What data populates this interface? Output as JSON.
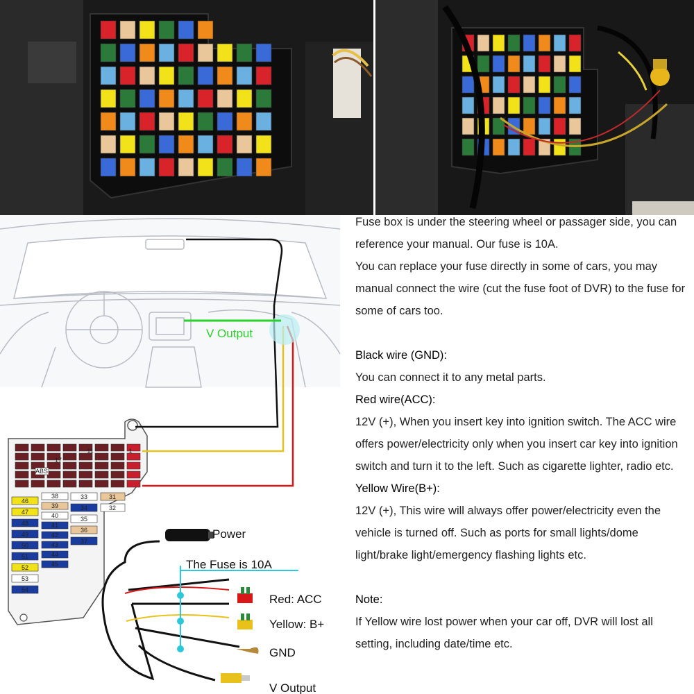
{
  "diagram": {
    "v_output_top": "V Output",
    "power": "Power",
    "fuse_note": "The Fuse is 10A",
    "red_acc": "Red: ACC",
    "yellow_b": "Yellow: B+",
    "gnd": "GND",
    "v_output_bottom": "V Output",
    "fuse_numbers": [
      "46",
      "47",
      "48",
      "49",
      "50",
      "51",
      "52",
      "53",
      "54",
      "38",
      "39",
      "40",
      "41",
      "42",
      "43",
      "44",
      "45",
      "33",
      "34",
      "35",
      "36",
      "37",
      "31",
      "32",
      "ABS",
      "1",
      "11",
      "17"
    ]
  },
  "text": {
    "intro_1": "Fuse box is under the steering wheel or passager side, you can reference your manual. Our fuse is 10A.",
    "intro_2": "You can replace your fuse directly in some of cars, you may manual connect the wire (cut the fuse foot of DVR) to the fuse for some of cars too.",
    "black_heading": "Black wire (GND):",
    "black_body": "You can connect it to any metal parts.",
    "red_heading": "Red wire(ACC):",
    "red_body": "12V (+), When you insert key into ignition switch. The ACC wire offers power/electricity only when you insert car key into ignition switch and turn it to the left. Such as cigarette lighter, radio etc.",
    "yellow_heading": "Yellow Wire(B+):",
    "yellow_body": "12V (+), This wire will always offer power/electricity even the vehicle is turned off. Such as ports for small lights/dome light/brake light/emergency flashing lights etc.",
    "note_heading": "Note:",
    "note_body": "If Yellow wire lost power when your car off, DVR will lost all setting, including date/time etc."
  },
  "colors": {
    "black_wire": "#111111",
    "red_wire": "#d81818",
    "yellow_wire": "#e8c21a",
    "green_label": "#2bd12b",
    "cyan_line": "#2cc7d8",
    "fuse_blue": "#1a3c9e",
    "fuse_yellow": "#f2e21a",
    "fuse_tan": "#e9c79a",
    "fuse_red": "#c81e2e"
  }
}
